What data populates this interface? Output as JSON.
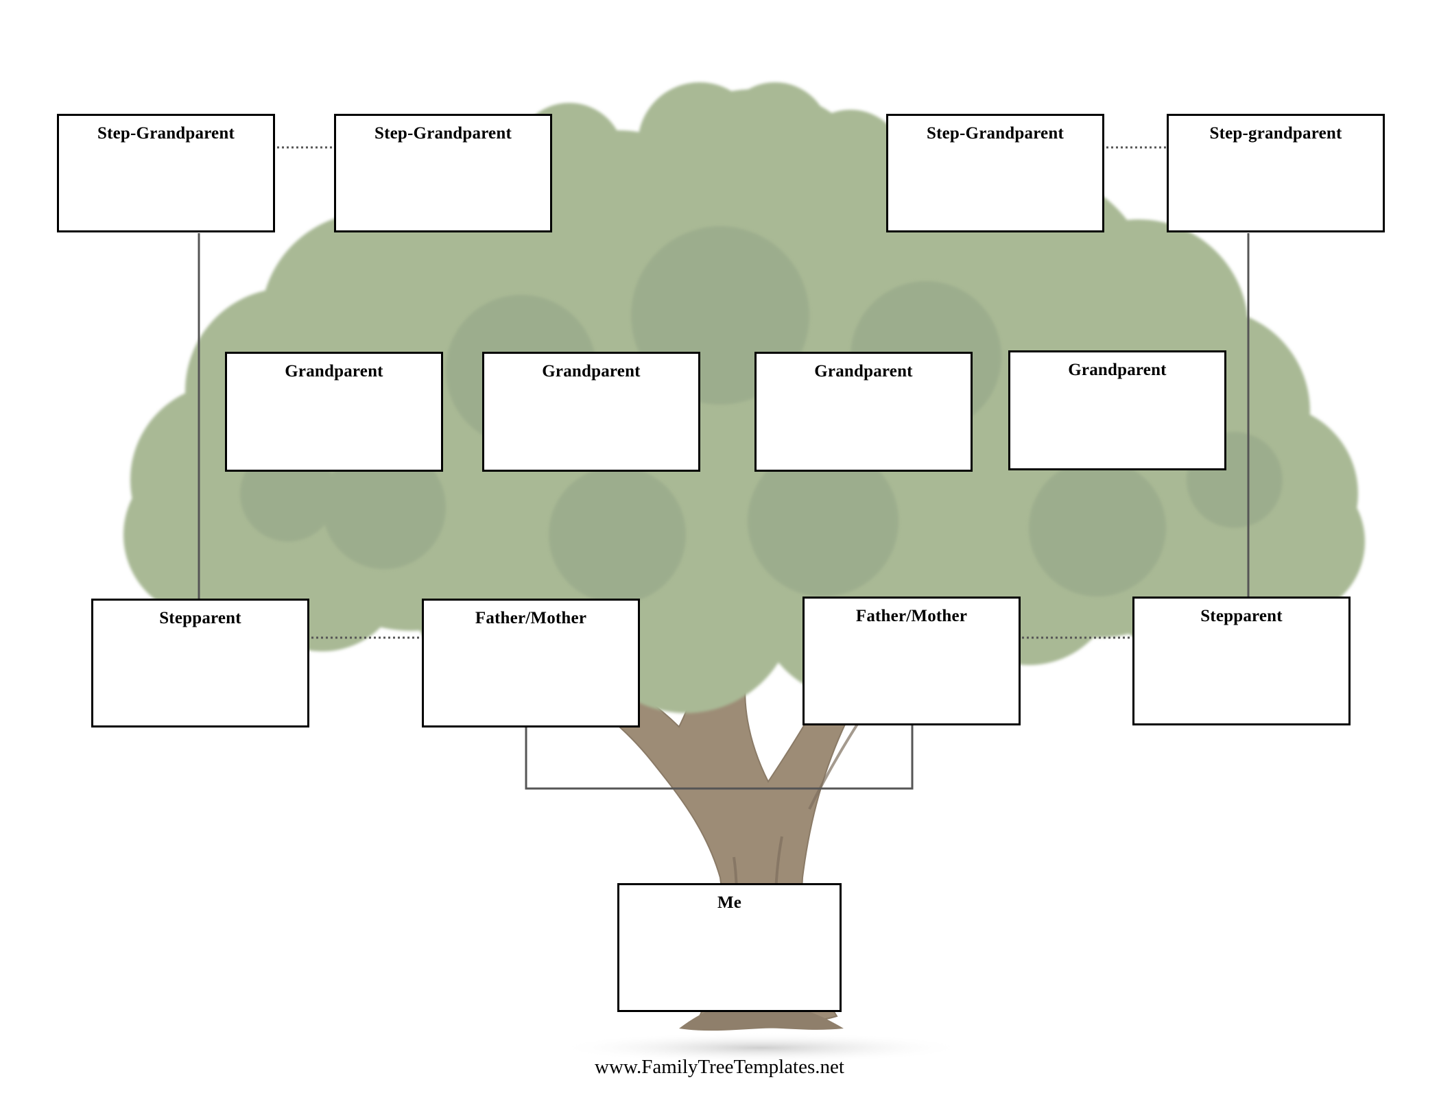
{
  "colors": {
    "canopy": "#a9b995",
    "canopy_shade": "#93a487",
    "trunk": "#9d8c76",
    "trunk_dark": "#7e6f5e",
    "connector": "#555555",
    "box_border": "#000000"
  },
  "tree": {
    "step_grandparents": [
      "Step-Grandparent",
      "Step-Grandparent",
      "Step-Grandparent",
      "Step-grandparent"
    ],
    "grandparents": [
      "Grandparent",
      "Grandparent",
      "Grandparent",
      "Grandparent"
    ],
    "parents_row": [
      "Stepparent",
      "Father/Mother",
      "Father/Mother",
      "Stepparent"
    ],
    "me": "Me"
  },
  "footer": {
    "url": "www.FamilyTreeTemplates.net"
  }
}
